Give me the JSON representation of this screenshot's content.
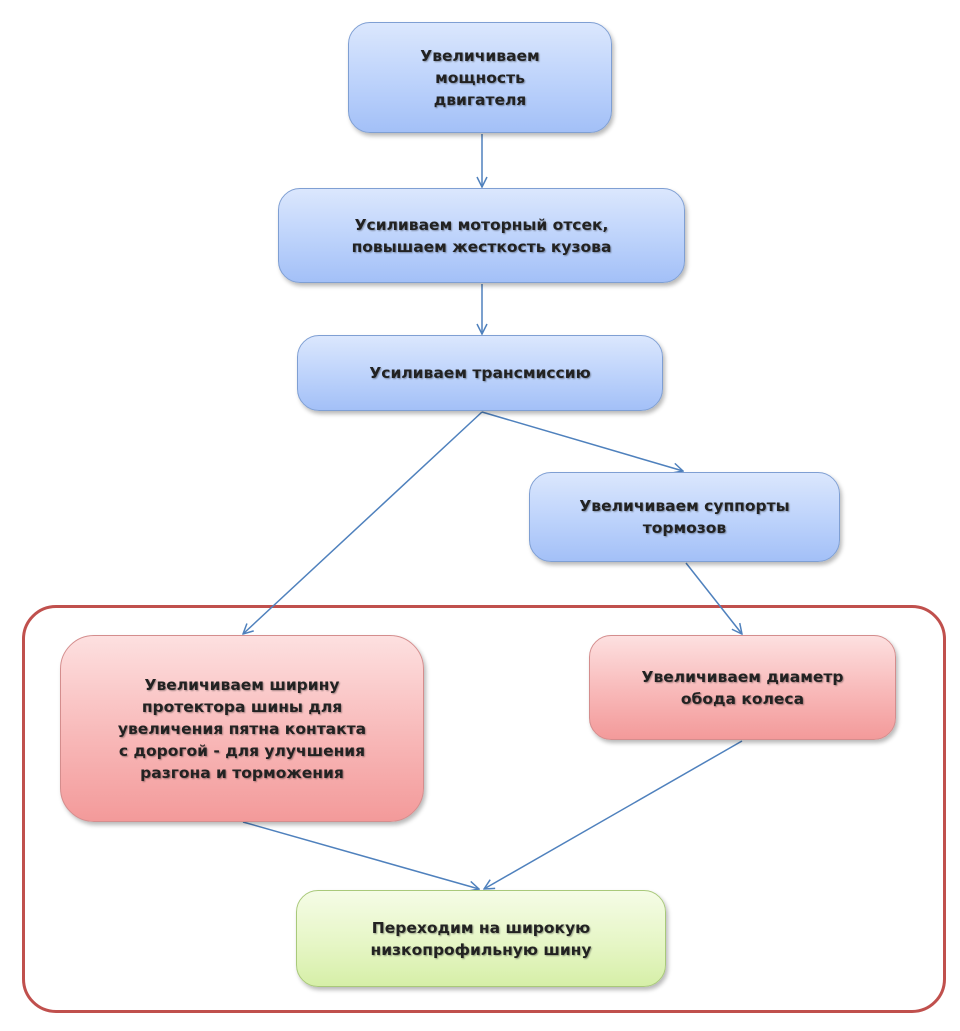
{
  "diagram": {
    "type": "flowchart",
    "colors": {
      "step_blue": "#bcd2fb",
      "result_red": "#f8b8b8",
      "final_green": "#e6f6c6",
      "arrow": "#4f81bd",
      "frame": "#c0504d"
    },
    "nodes": [
      {
        "id": "engine_power",
        "text": "Увеличиваем\nмощность\nдвигателя",
        "style": "blue"
      },
      {
        "id": "engine_bay",
        "text": "Усиливаем моторный отсек,\nповышаем жесткость кузова",
        "style": "blue"
      },
      {
        "id": "transmission",
        "text": "Усиливаем трансмиссию",
        "style": "blue"
      },
      {
        "id": "brake_calipers",
        "text": "Увеличиваем суппорты\nтормозов",
        "style": "blue"
      },
      {
        "id": "tread_width",
        "text": "Увеличиваем ширину\nпротектора шины для\nувеличения пятна контакта\nс дорогой - для улучшения\nразгона и торможения",
        "style": "red"
      },
      {
        "id": "rim_diameter",
        "text": "Увеличиваем диаметр\nобода колеса",
        "style": "red"
      },
      {
        "id": "low_profile_tire",
        "text": "Переходим на широкую\nнизкопрофильную шину",
        "style": "green"
      }
    ],
    "edges": [
      {
        "from": "engine_power",
        "to": "engine_bay"
      },
      {
        "from": "engine_bay",
        "to": "transmission"
      },
      {
        "from": "transmission",
        "to": "brake_calipers"
      },
      {
        "from": "transmission",
        "to": "tread_width"
      },
      {
        "from": "brake_calipers",
        "to": "rim_diameter"
      },
      {
        "from": "tread_width",
        "to": "low_profile_tire"
      },
      {
        "from": "rim_diameter",
        "to": "low_profile_tire"
      }
    ],
    "group": {
      "contains": [
        "tread_width",
        "rim_diameter",
        "low_profile_tire"
      ]
    }
  }
}
